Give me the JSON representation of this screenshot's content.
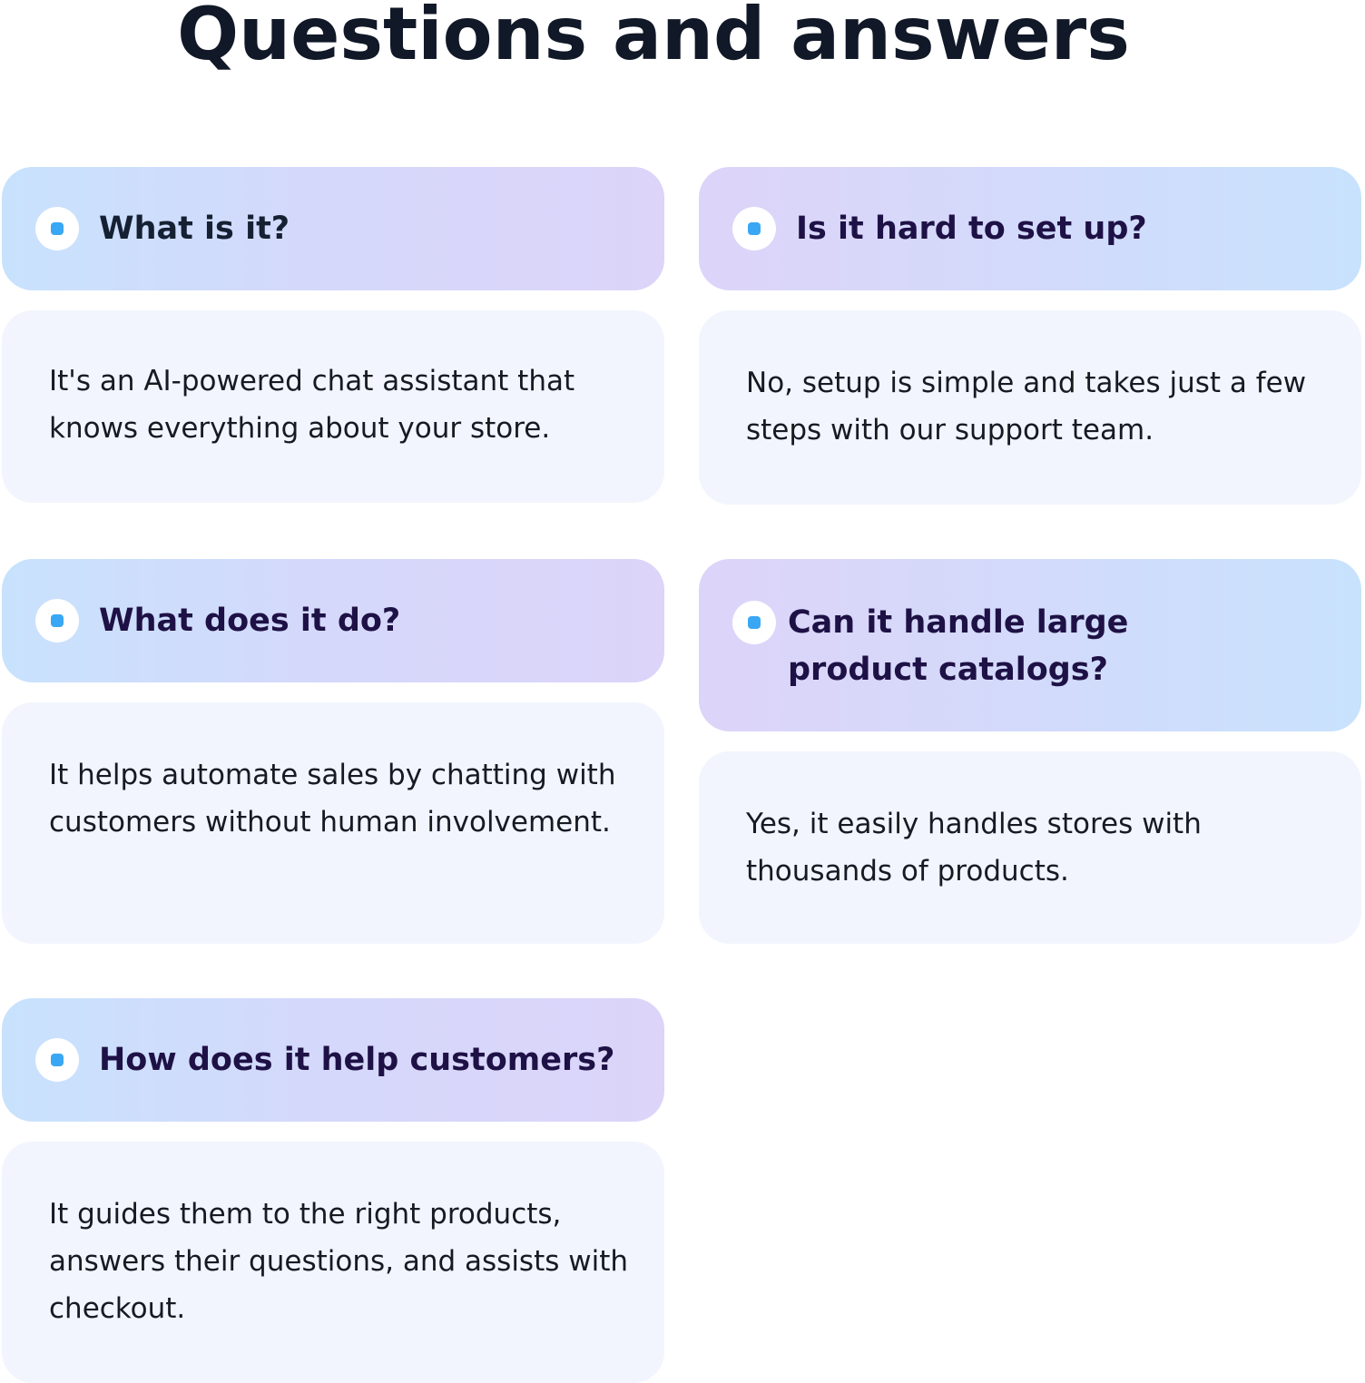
{
  "page": {
    "title": "Questions and answers"
  },
  "faq": [
    {
      "question": "What is it?",
      "answer": "It's an AI-powered chat assistant that knows everything about your store."
    },
    {
      "question": "Is it hard to set up?",
      "answer": "No, setup is simple and takes just a few steps with our support team."
    },
    {
      "question": "What does it do?",
      "answer": "It helps automate sales by chatting with customers without human involvement."
    },
    {
      "question": "Can it handle large product catalogs?",
      "answer": "Yes, it easily handles stores with thousands of products."
    },
    {
      "question": "How does it help customers?",
      "answer": "It guides them to the right products, answers their questions, and assists with checkout."
    }
  ],
  "colors": {
    "title": "#111827",
    "question_text": "#1e1145",
    "bullet": "#3aa7f4",
    "answer_bg": "#f2f5fd",
    "gradient_blue": "#c8e2fd",
    "gradient_lavender": "#dcd4f9"
  },
  "icons": {
    "question_bullet": "dot-bullet-icon"
  }
}
